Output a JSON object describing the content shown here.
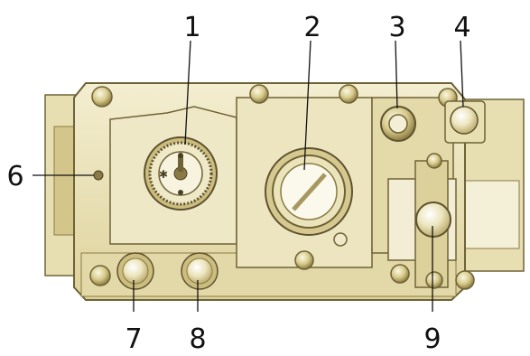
{
  "callouts": [
    {
      "id": "1",
      "label": "1"
    },
    {
      "id": "2",
      "label": "2"
    },
    {
      "id": "3",
      "label": "3"
    },
    {
      "id": "4",
      "label": "4"
    },
    {
      "id": "6",
      "label": "6"
    },
    {
      "id": "7",
      "label": "7"
    },
    {
      "id": "8",
      "label": "8"
    },
    {
      "id": "9",
      "label": "9"
    }
  ],
  "colors": {
    "body_light": "#efe9c4",
    "body_mid": "#d9cd94",
    "body_dark": "#9a8a4e",
    "outline": "#6f6236"
  }
}
